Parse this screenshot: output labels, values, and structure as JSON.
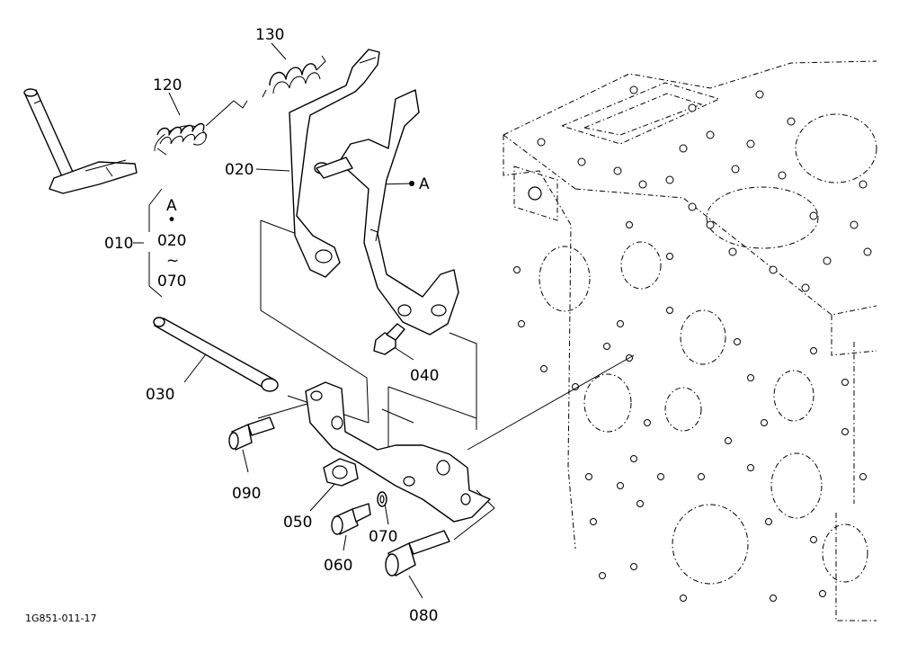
{
  "diagram": {
    "callouts": {
      "p010": "010",
      "p020": "020",
      "p030": "030",
      "p040": "040",
      "p050": "050",
      "p060": "060",
      "p070": "070",
      "p080": "080",
      "p090": "090",
      "p120": "120",
      "p130": "130"
    },
    "group_bracket": {
      "top": "A",
      "dot": "•",
      "from": "020",
      "tilde": "~",
      "to": "070"
    },
    "reference_marker": "A",
    "figure_code": "1G851-011-17"
  }
}
